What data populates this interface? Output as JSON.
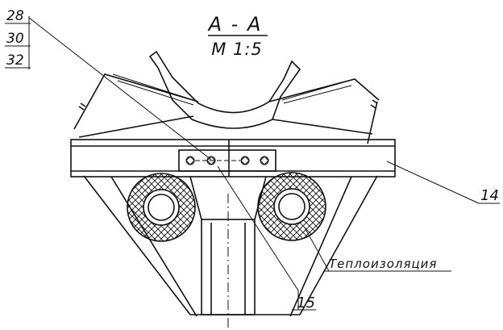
{
  "section": {
    "title": "A - A",
    "scale": "M 1:5"
  },
  "callouts": {
    "stack": [
      "28",
      "30",
      "32"
    ],
    "right_ref": "14",
    "bottom_ref": "15",
    "insulation": "Теплоизоляция"
  }
}
